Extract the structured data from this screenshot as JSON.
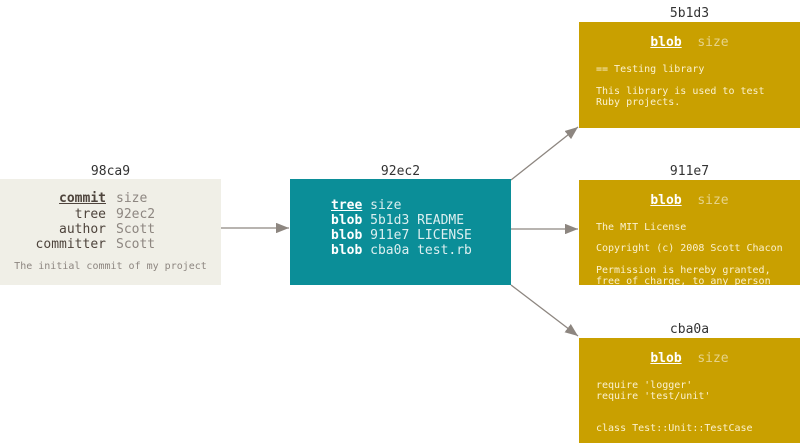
{
  "commit": {
    "id": "98ca9",
    "rows": [
      {
        "key": "commit",
        "value": "size"
      },
      {
        "key": "tree",
        "value": "92ec2"
      },
      {
        "key": "author",
        "value": "Scott"
      },
      {
        "key": "committer",
        "value": "Scott"
      }
    ],
    "message": "The initial commit of my project"
  },
  "tree": {
    "id": "92ec2",
    "header": {
      "type": "tree",
      "value": "size"
    },
    "entries": [
      {
        "type": "blob",
        "value": "5b1d3 README"
      },
      {
        "type": "blob",
        "value": "911e7 LICENSE"
      },
      {
        "type": "blob",
        "value": "cba0a test.rb"
      }
    ]
  },
  "blobs": [
    {
      "id": "5b1d3",
      "type": "blob",
      "size": "size",
      "lines": [
        "== Testing library",
        "",
        "This library is used to test",
        "Ruby projects."
      ]
    },
    {
      "id": "911e7",
      "type": "blob",
      "size": "size",
      "lines": [
        "The MIT License",
        "",
        "Copyright (c) 2008 Scott Chacon",
        "",
        "Permission is hereby granted,",
        "free of charge, to any person"
      ]
    },
    {
      "id": "cba0a",
      "type": "blob",
      "size": "size",
      "lines": [
        "require 'logger'",
        "require 'test/unit'",
        "",
        "",
        "class Test::Unit::TestCase"
      ]
    }
  ],
  "colors": {
    "commit": "#f0efe7",
    "tree": "#0b8e98",
    "blob": "#c9a000",
    "arrow": "#8d8680"
  }
}
